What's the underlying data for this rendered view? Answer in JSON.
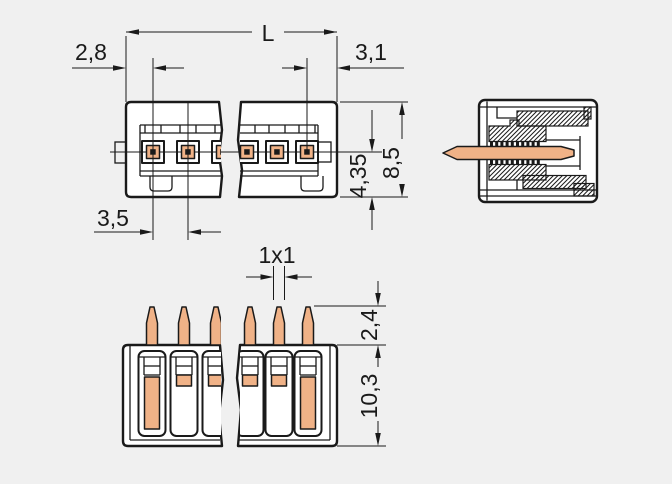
{
  "drawing": {
    "dimension_labels": {
      "total_length": "L",
      "first_pin_offset": "2,8",
      "last_pin_offset": "3,1",
      "pin_pitch": "3,5",
      "pin_axis_to_bottom": "4,35",
      "housing_height": "8,5",
      "pin_cross_section": "1x1",
      "pin_protrusion": "2,4",
      "housing_depth": "10,3"
    },
    "colors": {
      "background": "#f0f0f0",
      "line": "#1a1a1a",
      "housing_fill": "#ffffff",
      "pin_copper": "#f0b287"
    }
  }
}
